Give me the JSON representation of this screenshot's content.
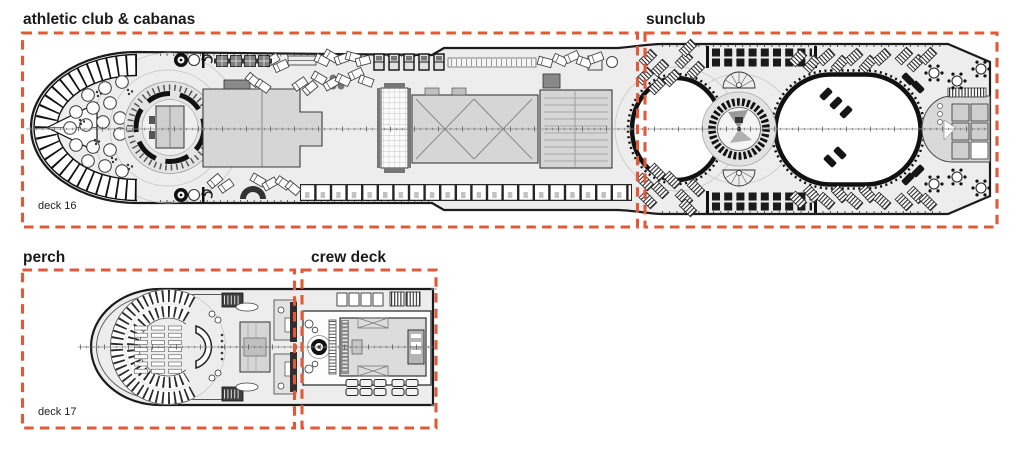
{
  "colors": {
    "accent": "#E05A3A",
    "ink": "#1a1a1a",
    "deck_fill": "#ededed",
    "structure_fill": "#d6d6d6",
    "background": "#ffffff"
  },
  "regions": [
    {
      "id": "athletic-club",
      "label": "athletic club & cabanas",
      "deck": "deck 16"
    },
    {
      "id": "sunclub",
      "label": "sunclub",
      "deck": "deck 16"
    },
    {
      "id": "perch",
      "label": "perch",
      "deck": "deck 17"
    },
    {
      "id": "crew-deck",
      "label": "crew deck",
      "deck": "deck 17"
    }
  ],
  "deck_labels": [
    {
      "label": "deck 16"
    },
    {
      "label": "deck 17"
    }
  ]
}
